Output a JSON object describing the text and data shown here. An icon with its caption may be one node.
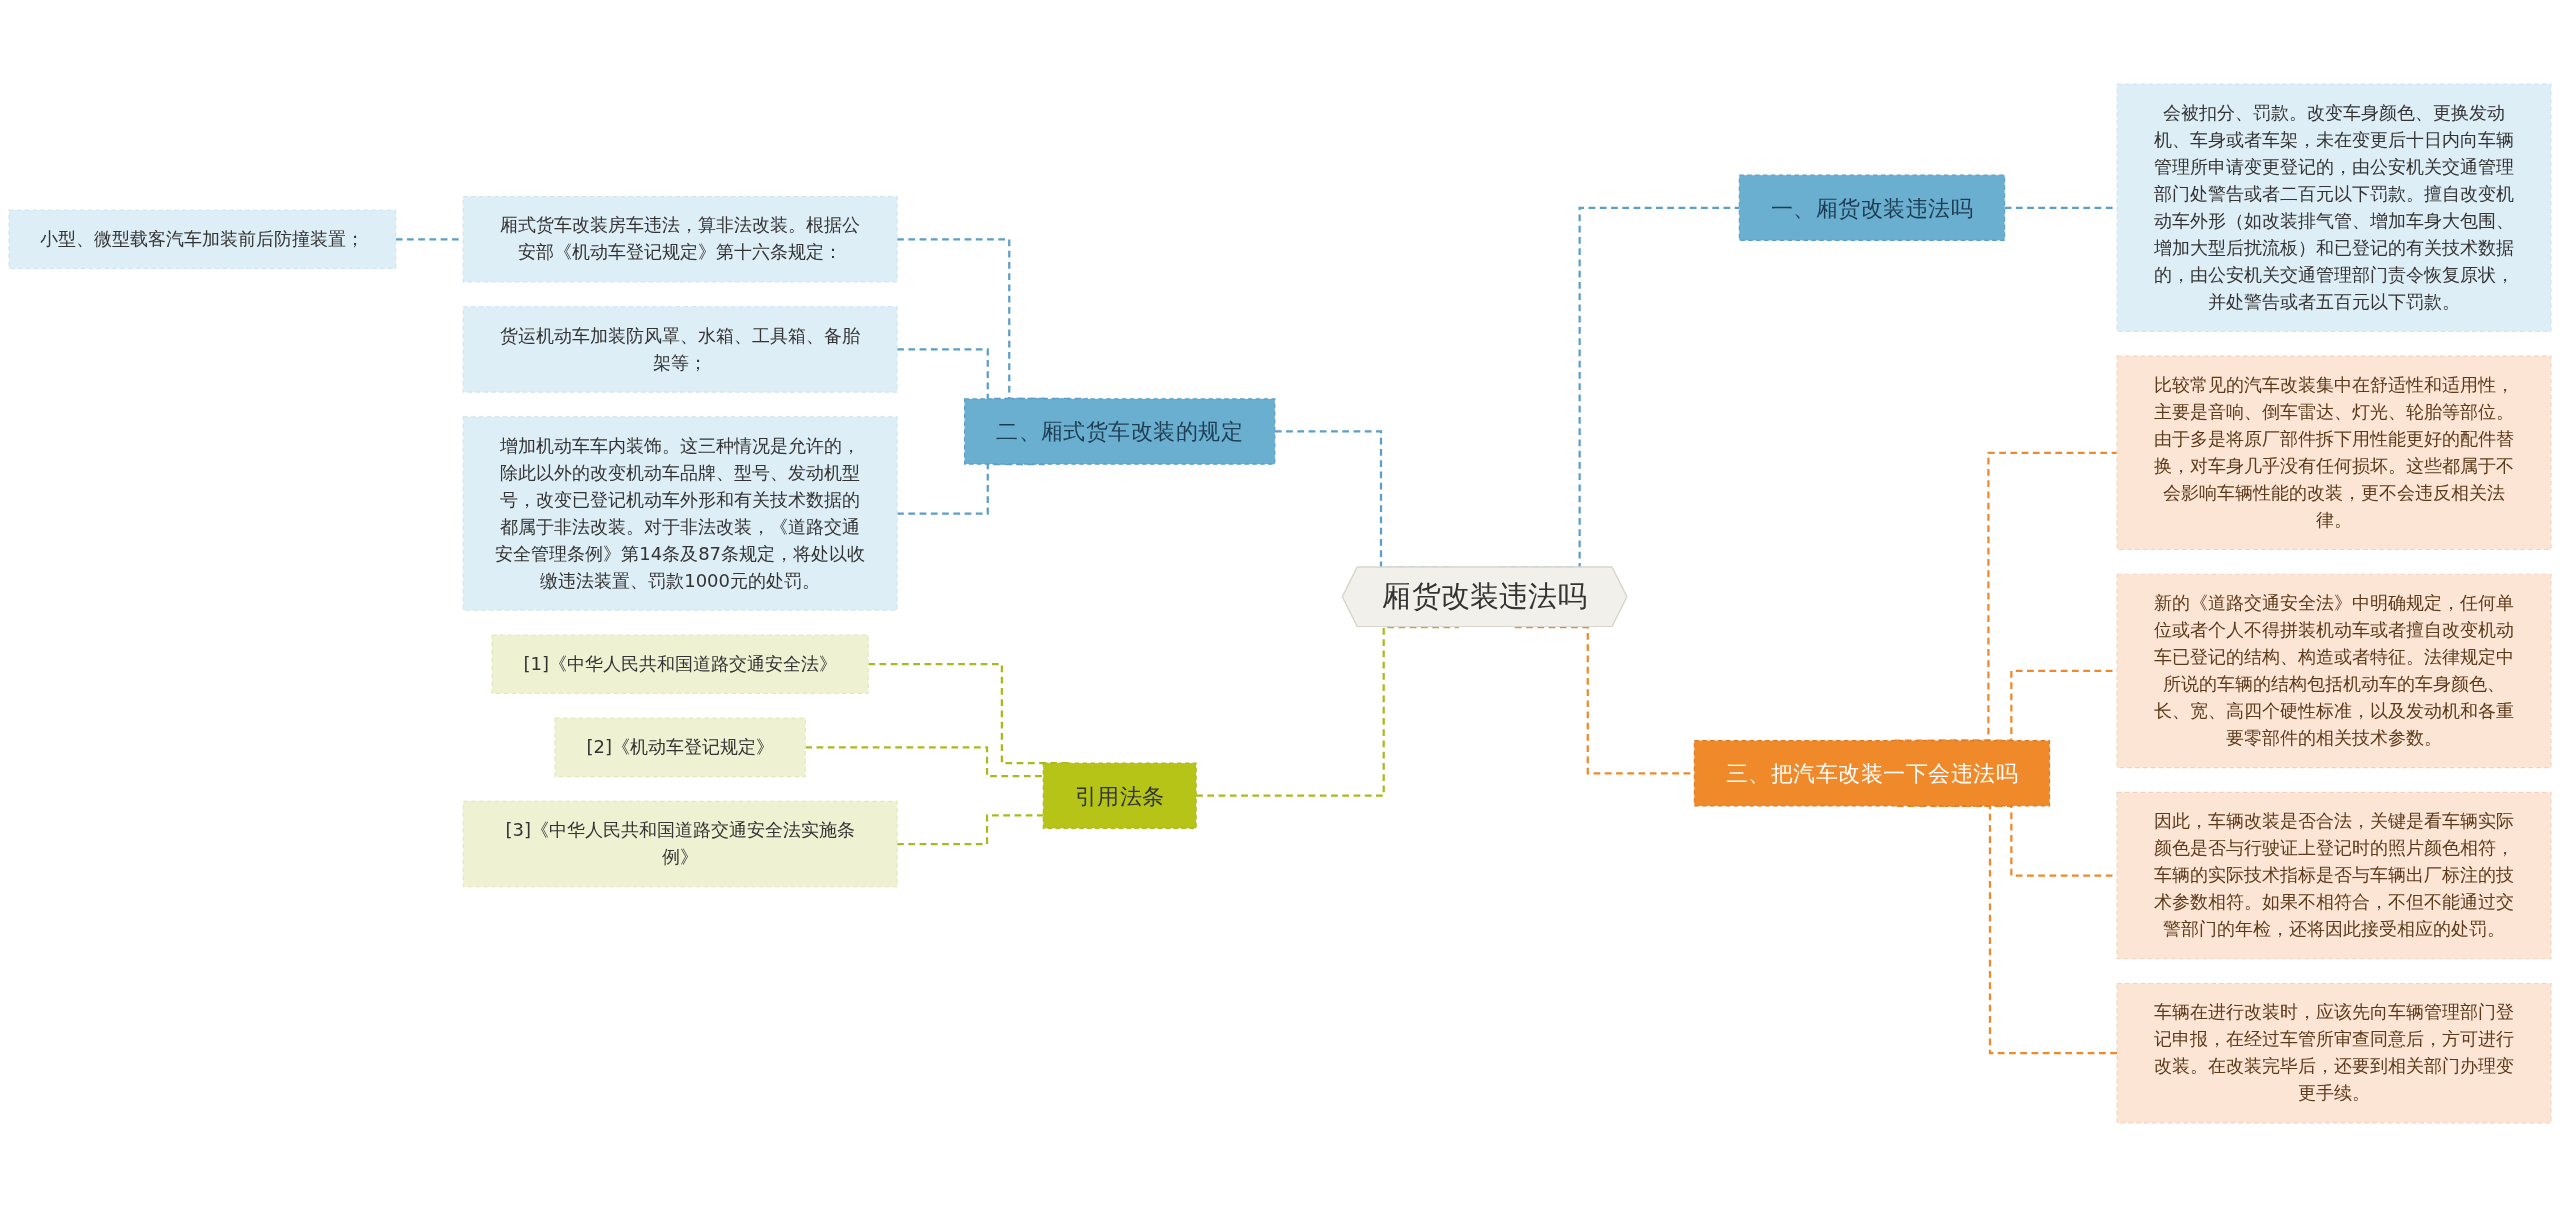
{
  "diagram": {
    "nodes": [
      {
        "text": [
          "厢货改装违法吗"
        ]
      },
      {
        "text": [
          "一、厢货改装违法吗"
        ]
      },
      {
        "text": [
          "会被扣分、罚款。改变车身颜色、更换发动机、车身或者车架，未在变更后十日内向车辆管理所申请变更登记的，由公安机关交通管理部门处警告或者二百元以下罚款。擅自改变机动车外形（如改装排气管、增加车身大包围、增加大型后扰流板）和已登记的有关技术数据的，由公安机关交通管理部门责令恢复原状，并处警告或者五百元以下罚款。"
        ]
      },
      {
        "text": [
          "二、厢式货车改装的规定"
        ]
      },
      {
        "text": [
          "厢式货车改装房车违法，算非法改装。根据公安部《机动车登记规定》第十六条规定："
        ]
      },
      {
        "text": [
          "小型、微型载客汽车加装前后防撞装置；"
        ]
      },
      {
        "text": [
          "货运机动车加装防风罩、水箱、工具箱、备胎架等；"
        ]
      },
      {
        "text": [
          "增加机动车车内装饰。这三种情况是允许的，除此以外的改变机动车品牌、型号、发动机型号，改变已登记机动车外形和有关技术数据的都属于非法改装。对于非法改装，《道路交通安全管理条例》第14条及87条规定，将处以收缴违法装置、罚款1000元的处罚。"
        ]
      },
      {
        "text": [
          "引用法条"
        ]
      },
      {
        "text": [
          "[1]《中华人民共和国道路交通安全法》"
        ]
      },
      {
        "text": [
          "[2]《机动车登记规定》"
        ]
      },
      {
        "text": [
          "[3]《中华人民共和国道路交通安全法实施条例》"
        ]
      },
      {
        "text": [
          "三、把汽车改装一下会违法吗"
        ]
      },
      {
        "text": [
          "比较常见的汽车改装集中在舒适性和适用性，主要是音响、倒车雷达、灯光、轮胎等部位。由于多是将原厂部件拆下用性能更好的配件替换，对车身几乎没有任何损坏。这些都属于不会影响车辆性能的改装，更不会违反相关法律。"
        ]
      },
      {
        "text": [
          "新的《道路交通安全法》中明确规定，任何单位或者个人不得拼装机动车或者擅自改变机动车已登记的结构、构造或者特征。法律规定中所说的车辆的结构包括机动车的车身颜色、长、宽、高四个硬性标准，以及发动机和各重要零部件的相关技术参数。"
        ]
      },
      {
        "text": [
          "因此，车辆改装是否合法，关键是看车辆实际颜色是否与行驶证上登记时的照片颜色相符，车辆的实际技术指标是否与车辆出厂标注的技术参数相符。如果不相符合，不但不能通过交警部门的年检，还将因此接受相应的处罚。"
        ]
      },
      {
        "text": [
          "车辆在进行改装时，应该先向车辆管理部门登记申报，在经过车管所审查同意后，方可进行改装。在改装完毕后，还要到相关部门办理变更手续。"
        ]
      }
    ],
    "edges": [
      {
        "from": 0,
        "to": 1,
        "arrow": "none",
        "style": "dashed"
      },
      {
        "from": 1,
        "to": 2,
        "arrow": "none",
        "style": "dashed"
      },
      {
        "from": 0,
        "to": 3,
        "arrow": "none",
        "style": "dashed"
      },
      {
        "from": 3,
        "to": 4,
        "arrow": "none",
        "style": "dashed"
      },
      {
        "from": 4,
        "to": 5,
        "arrow": "none",
        "style": "dashed"
      },
      {
        "from": 3,
        "to": 6,
        "arrow": "none",
        "style": "dashed"
      },
      {
        "from": 3,
        "to": 7,
        "arrow": "none",
        "style": "dashed"
      },
      {
        "from": 0,
        "to": 8,
        "arrow": "none",
        "style": "dashed",
        "color": "#a9ba1c"
      },
      {
        "from": 8,
        "to": 9,
        "arrow": "none",
        "style": "dashed",
        "color": "#a9ba1c"
      },
      {
        "from": 8,
        "to": 10,
        "arrow": "none",
        "style": "dashed",
        "color": "#a9ba1c"
      },
      {
        "from": 8,
        "to": 11,
        "arrow": "none",
        "style": "dashed",
        "color": "#a9ba1c"
      },
      {
        "from": 0,
        "to": 12,
        "arrow": "none",
        "style": "dashed",
        "color": "#f0892a"
      },
      {
        "from": 12,
        "to": 13,
        "arrow": "none",
        "style": "dashed",
        "color": "#f0892a"
      },
      {
        "from": 12,
        "to": 14,
        "arrow": "none",
        "style": "dashed",
        "color": "#f0892a"
      },
      {
        "from": 12,
        "to": 15,
        "arrow": "none",
        "style": "dashed",
        "color": "#f0892a"
      },
      {
        "from": 12,
        "to": 16,
        "arrow": "none",
        "style": "dashed",
        "color": "#f0892a"
      }
    ]
  }
}
